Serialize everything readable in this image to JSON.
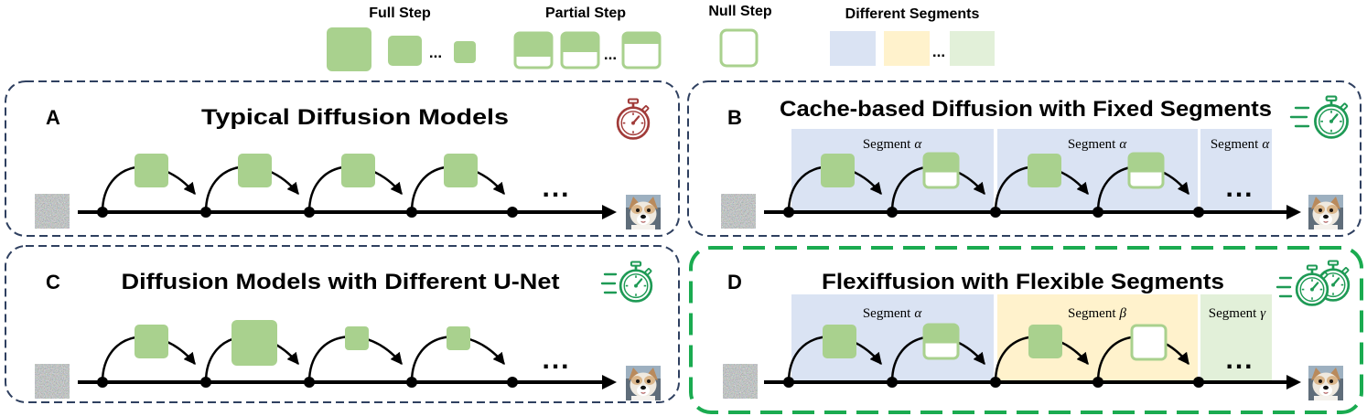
{
  "legend": {
    "full_step": {
      "label": "Full Step",
      "ellipsis": "..."
    },
    "partial_step": {
      "label": "Partial Step",
      "ellipsis": "..."
    },
    "null_step": {
      "label": "Null Step"
    },
    "different_segments": {
      "label": "Different Segments",
      "ellipsis": "..."
    }
  },
  "panels": {
    "a": {
      "letter": "A",
      "title": "Typical Diffusion Models",
      "ellipsis": "..."
    },
    "b": {
      "letter": "B",
      "title": "Cache-based Diffusion with Fixed Segments",
      "ellipsis": "...",
      "segments": [
        {
          "label": "Segment",
          "symbol": "α"
        },
        {
          "label": "Segment",
          "symbol": "α"
        },
        {
          "label": "Segment",
          "symbol": "α"
        }
      ]
    },
    "c": {
      "letter": "C",
      "title": "Diffusion Models with Different U-Net",
      "ellipsis": "..."
    },
    "d": {
      "letter": "D",
      "title": "Flexiffusion with Flexible Segments",
      "ellipsis": "...",
      "segments": [
        {
          "label": "Segment",
          "symbol": "α"
        },
        {
          "label": "Segment",
          "symbol": "β"
        },
        {
          "label": "Segment",
          "symbol": "γ"
        }
      ]
    }
  },
  "icons": {
    "panel_a": "stopwatch-icon",
    "panel_b": "fast-stopwatch-icon",
    "panel_c": "fast-stopwatch-icon",
    "panel_d": "double-fast-stopwatch-icon",
    "input": "noise-image",
    "output": "dog-image"
  },
  "colors": {
    "step_green": "#a9d18e",
    "segment_blue": "#dae3f3",
    "segment_yellow": "#fff2cc",
    "segment_green": "#e2f0d9",
    "panel_border": "#2f4060",
    "highlight_border": "#1aab50",
    "timer_red": "#a13b39",
    "timer_green": "#1e9a55"
  }
}
